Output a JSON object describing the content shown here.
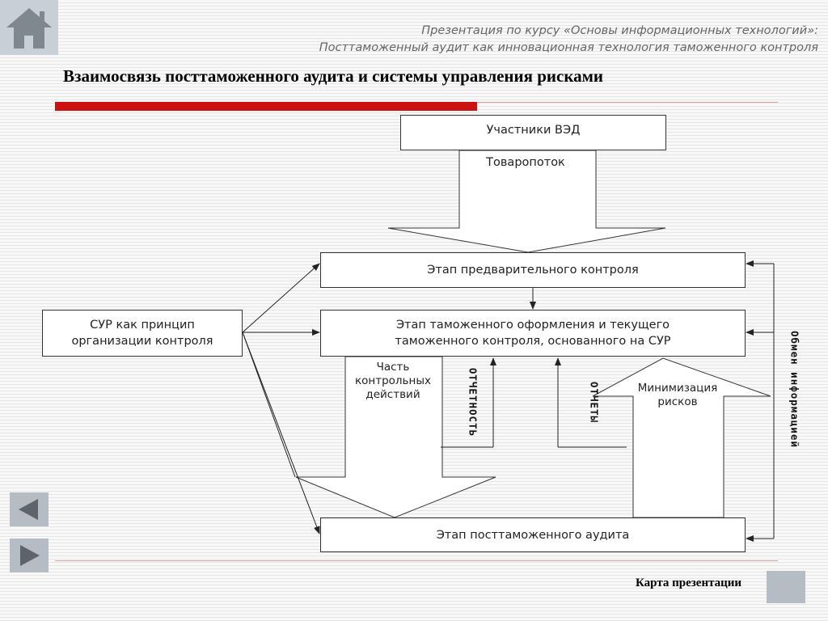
{
  "header": {
    "line1": "Презентация по курсу «Основы информационных технологий»:",
    "line2": "Посттаможенный аудит как инновационная технология таможенного контроля"
  },
  "title": "Взаимосвязь посттаможенного аудита и системы управления рисками",
  "diagram": {
    "participants": "Участники ВЭД",
    "goods_flow": "Товаропоток",
    "preliminary": "Этап предварительного контроля",
    "sur_principle": "СУР как принцип организации контроля",
    "clearance": "Этап таможенного оформления и текущего таможенного контроля, основанного на СУР",
    "part_of_control": "Часть контрольных действий",
    "minimization": "Минимизация рисков",
    "vertical_left": "ОТЧЕТНОСТЬ",
    "vertical_mid": "ОТЧЕТЫ",
    "vertical_right": "Обмен информацией",
    "audit": "Этап посттаможенного аудита"
  },
  "footer": {
    "map_link": "Карта презентации"
  },
  "colors": {
    "accent_red": "#cc1111",
    "nav_gray": "#b5bcc4"
  }
}
